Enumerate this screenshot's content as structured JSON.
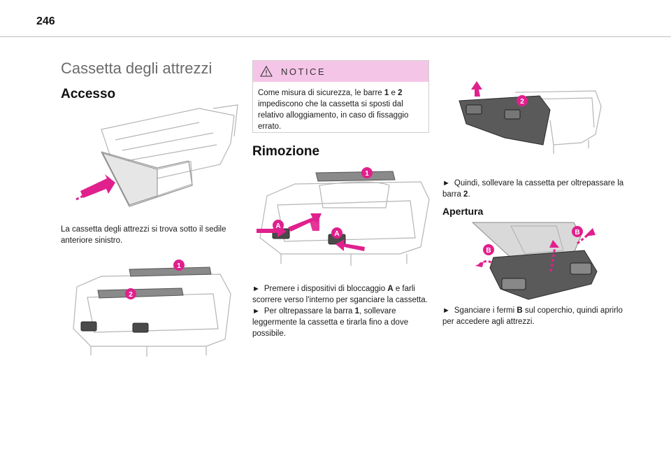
{
  "page": {
    "number": "246"
  },
  "title": "Cassetta degli attrezzi",
  "access": {
    "heading": "Accesso",
    "text": "La cassetta degli attrezzi si trova sotto il sedile anteriore sinistro."
  },
  "notice": {
    "title": "NOTICE",
    "text_1": "Come misura di sicurezza, le barre ",
    "n1": "1",
    "text_2": " e ",
    "n2": "2",
    "text_3": " impediscono che la cassetta si sposti dal relativo alloggiamento, in caso di fissaggio errato."
  },
  "removal": {
    "heading": "Rimozione",
    "step1_a": "Premere i dispositivi di bloccaggio ",
    "step1_b": "A",
    "step1_c": " e farli scorrere verso l'interno per sganciare la cassetta.",
    "step2_a": "Per oltrepassare la barra ",
    "step2_b": "1",
    "step2_c": ", sollevare leggermente la cassetta e tirarla fino a dove possibile."
  },
  "lift": {
    "text_a": "Quindi, sollevare la cassetta per oltrepassare la barra ",
    "text_b": "2",
    "text_c": "."
  },
  "opening": {
    "heading": "Apertura",
    "text_a": "Sganciare i fermi ",
    "text_b": "B",
    "text_c": " sul coperchio, quindi aprirlo per accedere agli attrezzi."
  },
  "labels": {
    "one": "1",
    "two": "2",
    "a": "A",
    "b": "B"
  },
  "bullet": "►",
  "colors": {
    "accent": "#e0208d",
    "notice_bg": "#f5c5e8",
    "title_grey": "#6b6b6b"
  },
  "icons": {
    "notice": "warning-triangle-icon"
  }
}
